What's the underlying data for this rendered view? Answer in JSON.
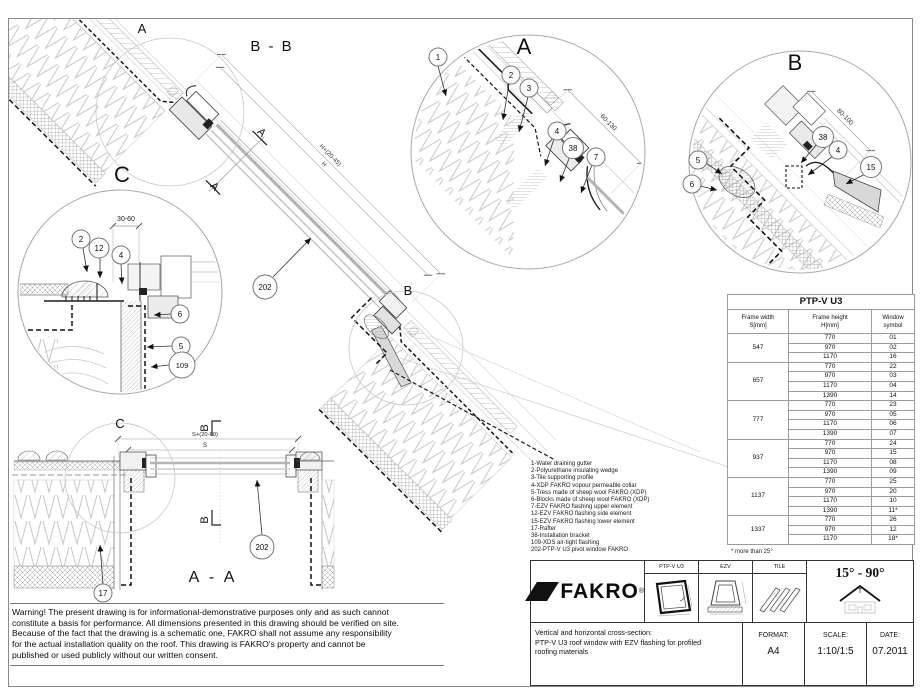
{
  "drawing": {
    "section_titles": {
      "bb": "B - B",
      "aa": "A - A"
    },
    "detail_titles": {
      "a": "A",
      "b": "B",
      "c": "C"
    },
    "detail_refs": {
      "a": "A",
      "b": "B",
      "c": "C"
    },
    "cut_marks": {
      "a": "A",
      "b": "B"
    },
    "dimensions": {
      "top_gap": "60-130",
      "side_gap": "80-100",
      "bottom_gap": "30-60",
      "slope_outer": "H+(20-45)",
      "slope_inner": "H",
      "width_outer": "S+(20-60)",
      "width_inner": "S"
    },
    "balloons": {
      "b1": "1",
      "b2": "2",
      "b3": "3",
      "b4": "4",
      "b5": "5",
      "b6": "6",
      "b7": "7",
      "b12": "12",
      "b15": "15",
      "b17": "17",
      "b38": "38",
      "b109": "109",
      "b202": "202"
    }
  },
  "legend": {
    "items": [
      "1-Water draining gutter",
      "2-Polyurethane insulating wedge",
      "3-Tile supporting profile",
      "4-XDP FAKRO vopour permeable collar",
      "5-Tress made of sheep wool FAKRO (XDP)",
      "6-Blocks made of sheep wool FAKRO (XDP)",
      "7-EZV FAKRO flashing upper element",
      "12-EZV FAKRO flashing side element",
      "15-EZV FAKRO flashing lower element",
      "17-Rafter",
      "38-Installation bracket",
      "109-XDS air-tight flashing",
      "202-PTP-V U3 pivot window FAKRO"
    ]
  },
  "spec_table": {
    "title": "PTP-V U3",
    "col_width": "Frame width\nS[mm]",
    "col_height": "Frame height\nH[mm]",
    "col_symbol": "Window\nsymbol",
    "groups": [
      {
        "width": "547",
        "rows": [
          [
            "770",
            "01"
          ],
          [
            "970",
            "02"
          ],
          [
            "1170",
            "16"
          ]
        ]
      },
      {
        "width": "657",
        "rows": [
          [
            "770",
            "22"
          ],
          [
            "970",
            "03"
          ],
          [
            "1170",
            "04"
          ],
          [
            "1390",
            "14"
          ]
        ]
      },
      {
        "width": "777",
        "rows": [
          [
            "770",
            "23"
          ],
          [
            "970",
            "05"
          ],
          [
            "1170",
            "06"
          ],
          [
            "1390",
            "07"
          ]
        ]
      },
      {
        "width": "937",
        "rows": [
          [
            "770",
            "24"
          ],
          [
            "970",
            "15"
          ],
          [
            "1170",
            "08"
          ],
          [
            "1390",
            "09"
          ]
        ]
      },
      {
        "width": "1137",
        "rows": [
          [
            "770",
            "25"
          ],
          [
            "970",
            "20"
          ],
          [
            "1170",
            "10"
          ],
          [
            "1390",
            "11*"
          ]
        ]
      },
      {
        "width": "1337",
        "rows": [
          [
            "770",
            "26"
          ],
          [
            "970",
            "12"
          ],
          [
            "1170",
            "18*"
          ]
        ]
      }
    ],
    "footnote": "* more than 25°"
  },
  "warning": "Warning! The present drawing is for informational-demonstrative purposes only and as such cannot\nconstitute a basis for performance. All dimensions presented in this drawing should be verified on site.\nBecause of the fact that the drawing is a schematic one, FAKRO shall not assume any responsibility\nfor the actual installation quality on the roof. This drawing is FAKRO's property and cannot be\npublished  or used publicly without our written consent.",
  "title_block": {
    "brand": "FAKRO",
    "brand_reg": "®",
    "product_label": "PTP-V U3",
    "flashing_label": "EZV",
    "tile_label": "TILE",
    "pitch": "15° - 90°",
    "description": "Vertical and horizontal cross-section:\nPTP-V U3 roof window with EZV flashing for profiled\nroofing materials",
    "format_label": "FORMAT:",
    "format_value": "A4",
    "scale_label": "SCALE:",
    "scale_value": "1:10/1:5",
    "date_label": "DATE:",
    "date_value": "07.2011"
  }
}
